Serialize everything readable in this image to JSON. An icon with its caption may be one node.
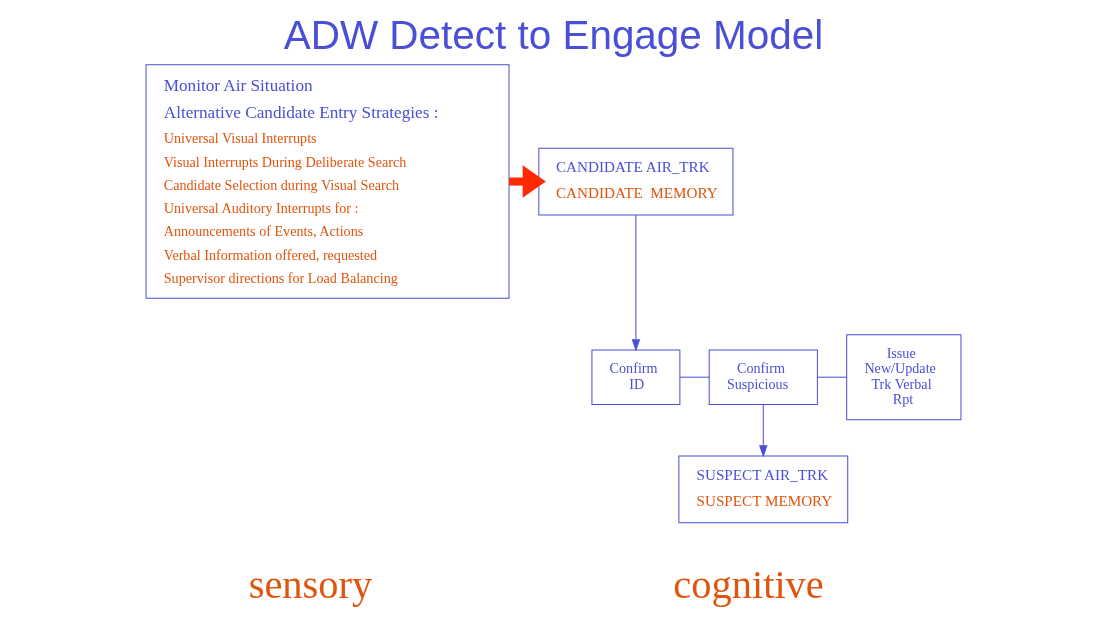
{
  "diagram": {
    "title": "ADW Detect to Engage Model",
    "nodes": [
      {
        "text": [
          "Monitor Air Situation",
          "Alternative Candidate Entry Strategies :",
          "Universal Visual Interrupts",
          "Visual Interrupts During Deliberate Search",
          "Candidate Selection during Visual Search",
          "Universal Auditory Interrupts for :",
          "Announcements of Events, Actions",
          "Verbal Information offered, requested",
          "Supervisor directions for Load Balancing"
        ]
      },
      {
        "text": [
          "CANDIDATE AIR_TRK",
          "CANDIDATE  MEMORY"
        ]
      },
      {
        "text": [
          "Confirm ID"
        ]
      },
      {
        "text": [
          "Confirm Suspicious"
        ]
      },
      {
        "text": [
          "Issue New/Update Trk Verbal Rpt"
        ]
      },
      {
        "text": [
          "SUSPECT AIR_TRK",
          "SUSPECT MEMORY"
        ]
      }
    ],
    "edges": [
      {
        "from": 0,
        "to": 1,
        "arrow": "to",
        "style": "thick",
        "color": "#ff2a00"
      },
      {
        "from": 1,
        "to": 2,
        "arrow": "to"
      },
      {
        "from": 2,
        "to": 3,
        "arrow": "none"
      },
      {
        "from": 3,
        "to": 4,
        "arrow": "none"
      },
      {
        "from": 3,
        "to": 5,
        "arrow": "to"
      }
    ],
    "labels": [
      "sensory",
      "cognitive"
    ]
  }
}
